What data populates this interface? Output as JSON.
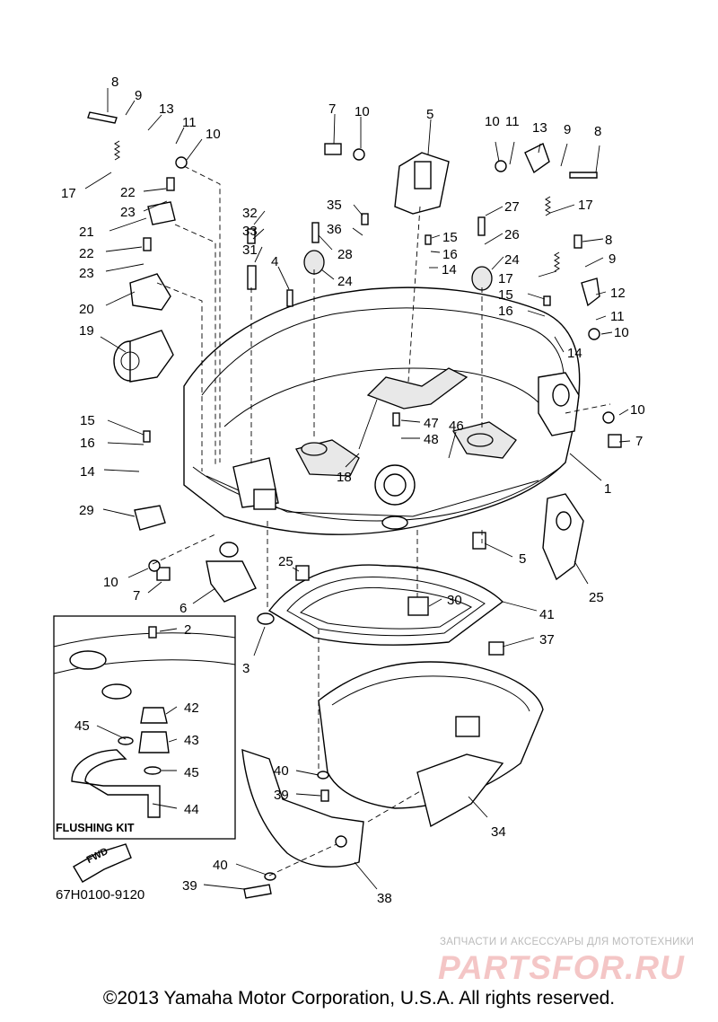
{
  "diagram": {
    "labels": [
      "8",
      "9",
      "13",
      "11",
      "10",
      "17",
      "22",
      "23",
      "21",
      "22",
      "23",
      "20",
      "19",
      "7",
      "10",
      "5",
      "35",
      "36",
      "32",
      "33",
      "31",
      "4",
      "28",
      "24",
      "15",
      "16",
      "14",
      "27",
      "26",
      "24",
      "10",
      "11",
      "13",
      "9",
      "8",
      "17",
      "8",
      "9",
      "17",
      "12",
      "15",
      "16",
      "11",
      "10",
      "14",
      "15",
      "16",
      "14",
      "47",
      "48",
      "46",
      "18",
      "10",
      "7",
      "1",
      "29",
      "25",
      "5",
      "25",
      "10",
      "7",
      "6",
      "3",
      "30",
      "41",
      "37",
      "2",
      "42",
      "45",
      "43",
      "45",
      "44",
      "40",
      "39",
      "34",
      "40",
      "39",
      "38"
    ],
    "flushing_kit_label": "FLUSHING KIT",
    "fwd_label": "FWD",
    "part_code": "67H0100-9120"
  },
  "watermark": {
    "tagline": "ЗАПЧАСТИ И АКСЕССУАРЫ ДЛЯ МОТОТЕХНИКИ",
    "brand": "PARTSFOR.RU"
  },
  "footer": {
    "copyright": "©2013 Yamaha Motor Corporation, U.S.A. All rights reserved."
  }
}
